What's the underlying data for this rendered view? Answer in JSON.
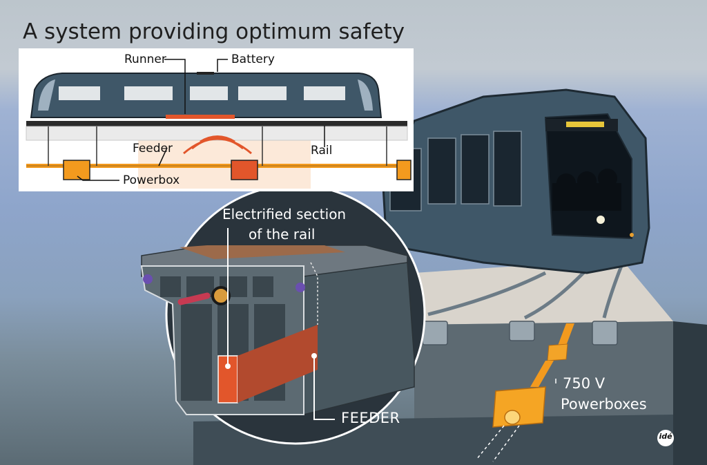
{
  "title": "A system providing optimum safety",
  "inset": {
    "runner_label": "Runner",
    "battery_label": "Battery",
    "feeder_label": "Feeder",
    "rail_label": "Rail",
    "powerbox_label": "Powerbox"
  },
  "callouts": {
    "electrified_line1": "Electrified section",
    "electrified_line2": "of the rail",
    "feeder_big": "FEEDER",
    "voltage": "750 V",
    "powerboxes": "Powerboxes"
  },
  "logo_text": "idé",
  "colors": {
    "feeder_orange": "#f39a1e",
    "electrified_red": "#e2562b",
    "tram_body": "#3f5768",
    "rail_section": "#4a5a64"
  }
}
